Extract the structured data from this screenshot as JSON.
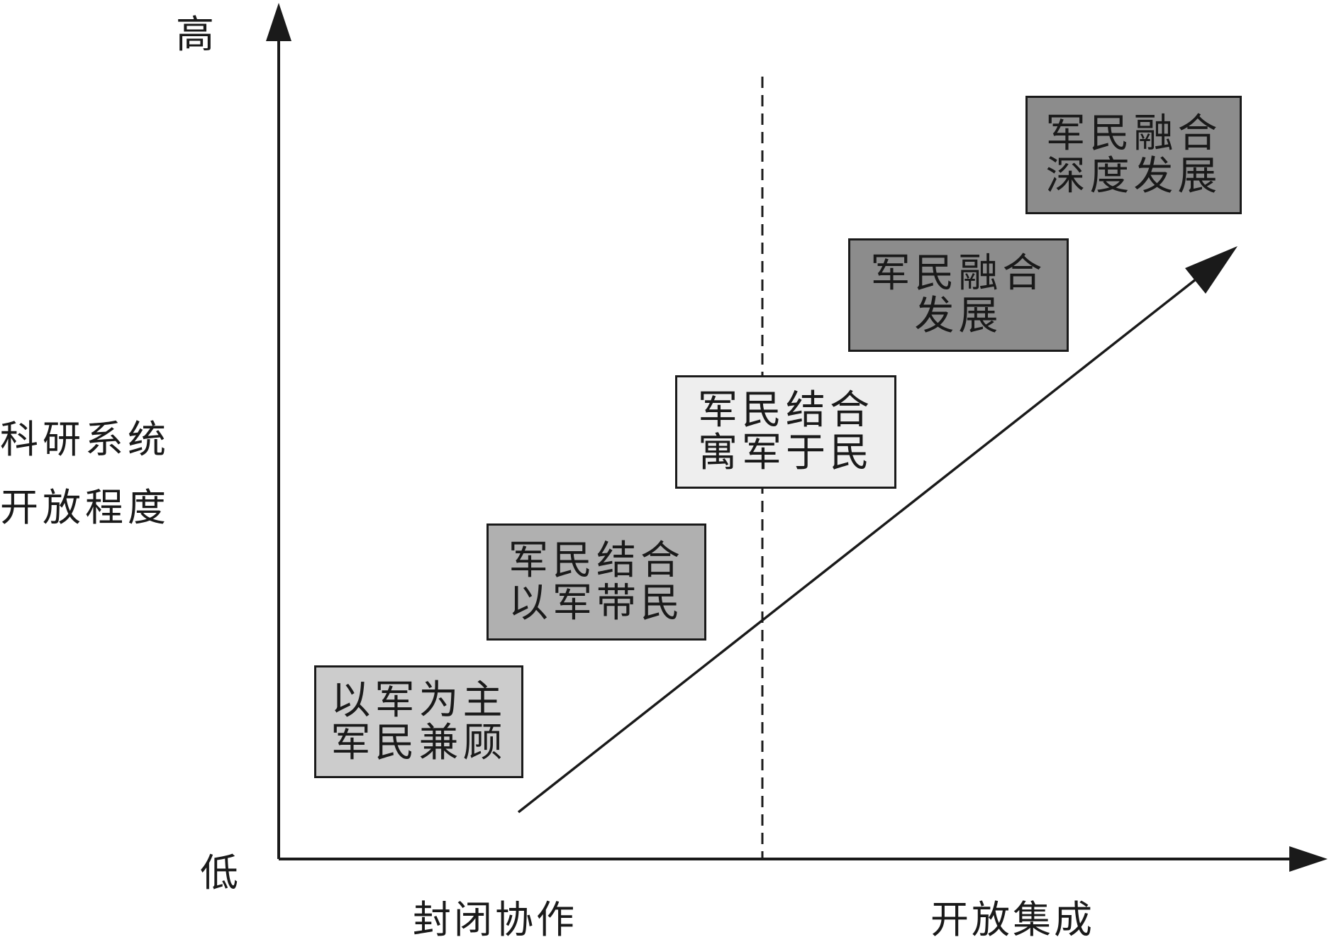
{
  "axes": {
    "y_high": "高",
    "y_low": "低",
    "y_title_line1": "科研系统",
    "y_title_line2": "开放程度",
    "x_left": "封闭协作",
    "x_right": "开放集成"
  },
  "stages": [
    {
      "line1": "以军为主",
      "line2": "军民兼顾",
      "fill": "#cccccc"
    },
    {
      "line1": "军民结合",
      "line2": "以军带民",
      "fill": "#b0b0b0"
    },
    {
      "line1": "军民结合",
      "line2": "寓军于民",
      "fill": "#eeeeee"
    },
    {
      "line1": "军民融合",
      "line2": "发展",
      "fill": "#8c8c8c"
    },
    {
      "line1": "军民融合",
      "line2": "深度发展",
      "fill": "#8c8c8c"
    }
  ],
  "colors": {
    "line": "#1a1a1a"
  }
}
